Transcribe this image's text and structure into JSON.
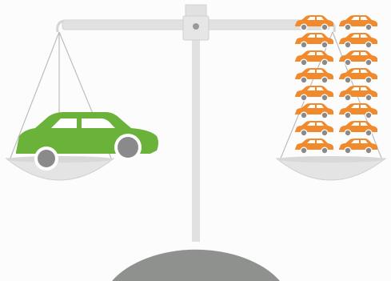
{
  "scene": {
    "description_icon": "balance-scale-icon",
    "left_pan": {
      "icon": "large-car-icon",
      "count": 1,
      "car_color": "#6ab23a",
      "window_color": "#ffffff",
      "wheel_color": "#8a8a8a"
    },
    "right_pan": {
      "icon": "small-car-icon",
      "count": 16,
      "columns": 2,
      "rows": 8,
      "car_color": "#f08a2c",
      "window_color": "#ffffff",
      "wheel_color": "#8a8a8a"
    },
    "colors": {
      "scale": "#e1e1e1",
      "scale_outline": "#cfcfcf",
      "pivot": "#9a9a9a",
      "base": "#8f918e",
      "background": "#fcfcfc"
    }
  }
}
